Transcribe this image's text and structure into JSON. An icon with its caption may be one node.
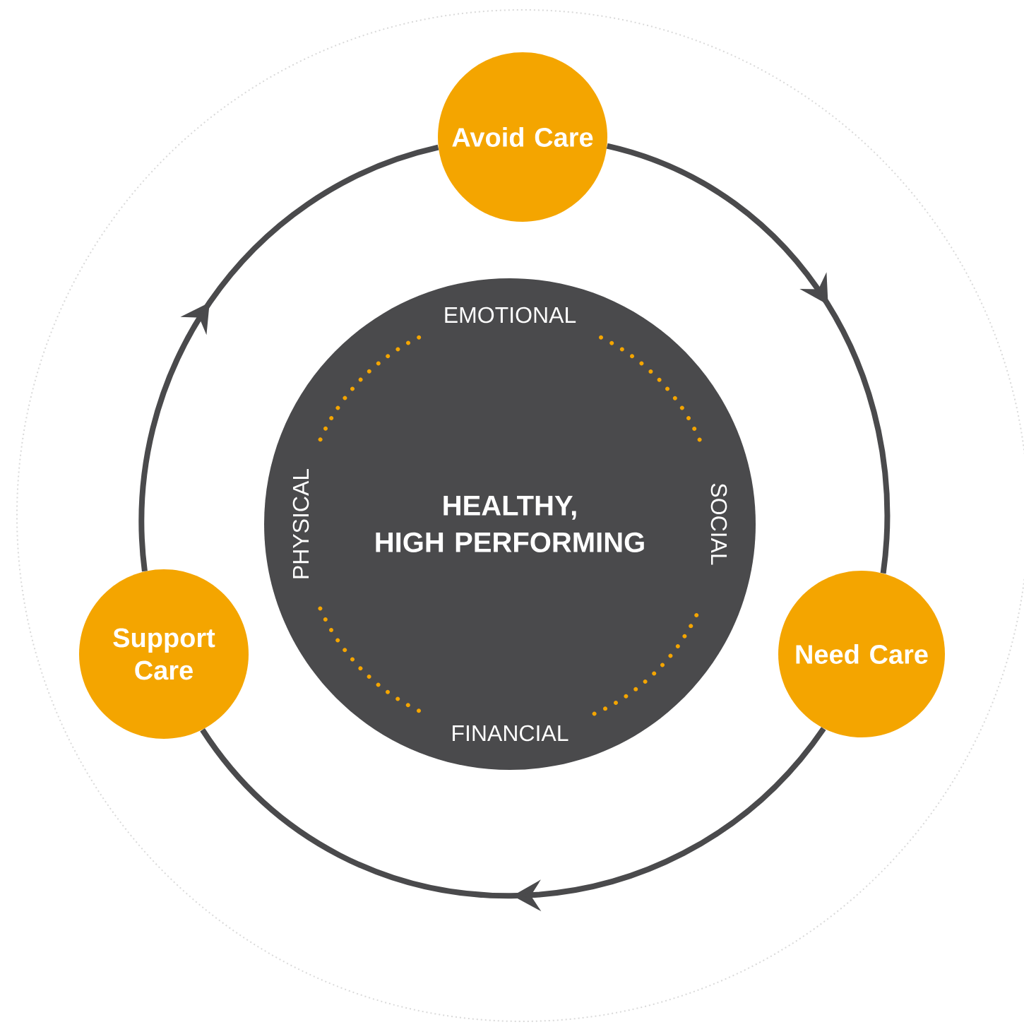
{
  "diagram": {
    "nodes": [
      {
        "text": [
          "Avoid Care"
        ]
      },
      {
        "text": [
          "Need Care"
        ]
      },
      {
        "text": [
          "Support Care"
        ]
      },
      {
        "text": [
          "EMOTIONAL",
          "PHYSICAL",
          "HEALTHY, HIGH PERFORMING",
          "SOCIAL",
          "FINANCIAL"
        ]
      }
    ],
    "edges": [
      {
        "from": 0,
        "to": 1,
        "arrow": "to"
      },
      {
        "from": 1,
        "to": 2,
        "arrow": "to"
      },
      {
        "from": 2,
        "to": 0,
        "arrow": "to"
      }
    ]
  }
}
